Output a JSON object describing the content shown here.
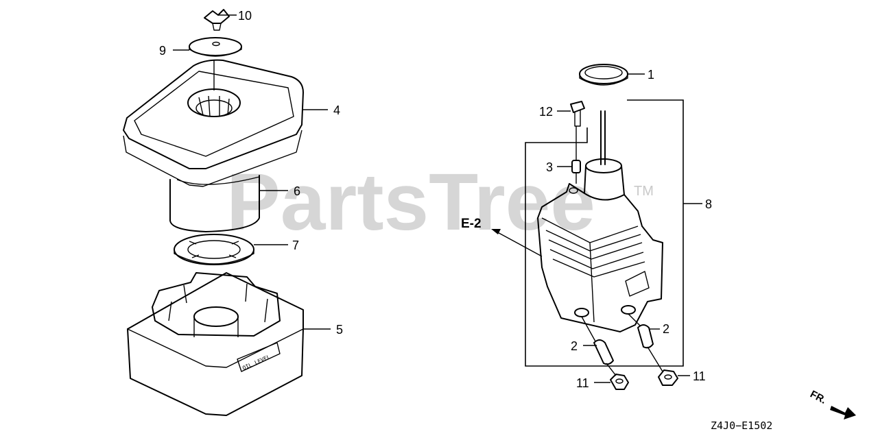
{
  "watermark": {
    "text": "PartsTree",
    "trademark": "TM"
  },
  "callouts": {
    "c1": "1",
    "c2a": "2",
    "c2b": "2",
    "c3": "3",
    "c4": "4",
    "c5": "5",
    "c6": "6",
    "c7": "7",
    "c8": "8",
    "c9": "9",
    "c10": "10",
    "c11a": "11",
    "c11b": "11",
    "c12": "12"
  },
  "reference": "E-2",
  "case_marking": "OIL LEVEL",
  "direction_label": "FR.",
  "diagram_code": "Z4J0−E1502"
}
